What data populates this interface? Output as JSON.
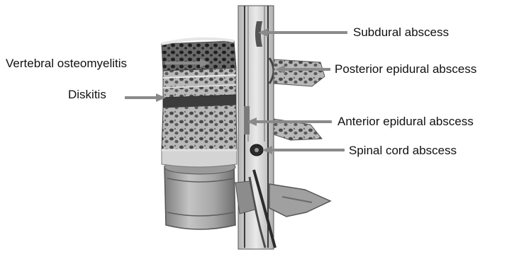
{
  "labels": {
    "vertebral_osteomyelitis": "Vertebral osteomyelitis",
    "diskitis": "Diskitis",
    "subdural_abscess": "Subdural abscess",
    "posterior_epidural_abscess": "Posterior epidural abscess",
    "anterior_epidural_abscess": "Anterior epidural abscess",
    "spinal_cord_abscess": "Spinal cord abscess"
  },
  "colors": {
    "bone": "#c9c9c9",
    "bone_dark": "#6f6f6f",
    "cortex": "#e2e2e2",
    "disc": "#bdbdbd",
    "canal": "#d8d8d8",
    "arrow": "#8a8a8a",
    "text": "#111111"
  }
}
